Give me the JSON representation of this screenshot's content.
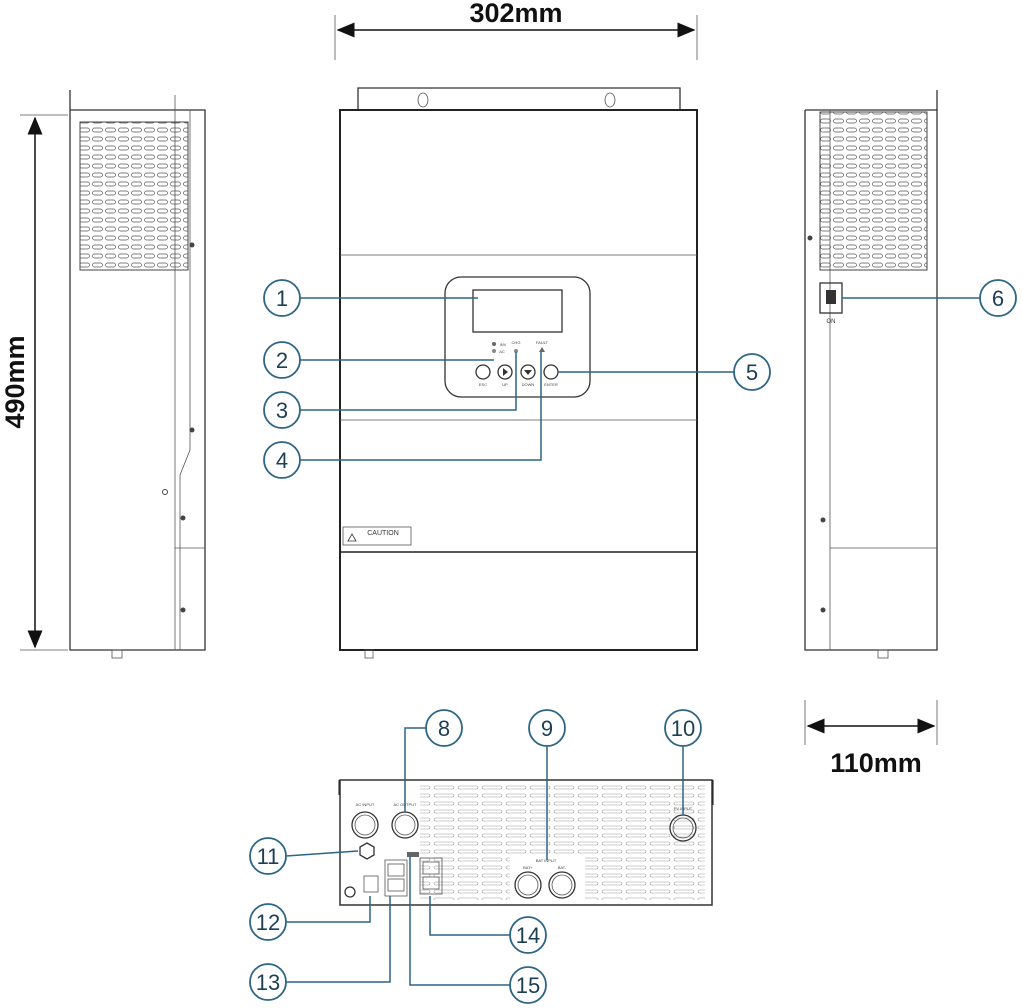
{
  "dimensions": {
    "width": "302mm",
    "height": "490mm",
    "depth": "110mm"
  },
  "callouts": [
    "1",
    "2",
    "3",
    "4",
    "5",
    "6",
    "8",
    "9",
    "10",
    "11",
    "12",
    "13",
    "14",
    "15"
  ],
  "front_panel": {
    "buttons": [
      "ESC",
      "UP",
      "DOWN",
      "ENTER"
    ],
    "leds": [
      "INV",
      "AC",
      "CHG",
      "FAULT"
    ],
    "caution_label": "CAUTION"
  },
  "side_panel": {
    "switch_label": "ON"
  },
  "bottom_panel": {
    "ports": [
      "AC INPUT",
      "AC OUTPUT",
      "PV INPUT",
      "BAT INPUT",
      "BAT+",
      "BAT-"
    ]
  },
  "colors": {
    "callout": "#2d6585",
    "line": "#333333"
  }
}
